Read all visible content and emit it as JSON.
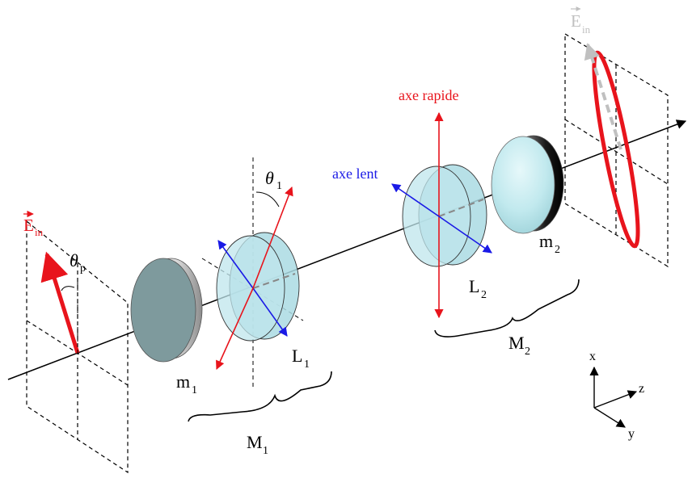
{
  "labels": {
    "e_in": "E",
    "e_in_sub": "in",
    "e_out": "E",
    "e_out_sub": "in",
    "theta_p": "θ",
    "theta_p_sub": "p",
    "theta_1": "θ",
    "theta_1_sub": "1",
    "m1": "m",
    "m1_sub": "1",
    "m2": "m",
    "m2_sub": "2",
    "L1": "L",
    "L1_sub": "1",
    "L2": "L",
    "L2_sub": "2",
    "M1": "M",
    "M1_sub": "1",
    "M2": "M",
    "M2_sub": "2",
    "axe_rapide": "axe rapide",
    "axe_lent": "axe lent",
    "axis_x": "x",
    "axis_y": "y",
    "axis_z": "z"
  },
  "colors": {
    "red": "#e8141c",
    "blue": "#1a1ae6",
    "gray_arrow": "#c0c0c0",
    "plate_fill": "#aadbe3",
    "mirror_dark": "#7a999c",
    "mirror_light": "#c9eef2"
  }
}
